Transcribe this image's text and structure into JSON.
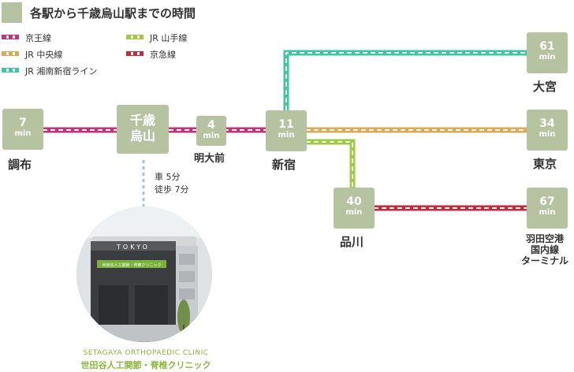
{
  "title": "各駅から千歳烏山駅までの時間",
  "legend": [
    {
      "label": "京王線",
      "color": "#c8307c"
    },
    {
      "label": "JR 中央線",
      "color": "#e0a850"
    },
    {
      "label": "JR 湘南新宿ライン",
      "color": "#3cc8a0"
    },
    {
      "label": "JR 山手線",
      "color": "#9ccc3c"
    },
    {
      "label": "京急線",
      "color": "#c8283c"
    }
  ],
  "stations": {
    "chofu": {
      "name": "調布",
      "minutes": "7",
      "unit": "min"
    },
    "chitose": {
      "name_line1": "千歳",
      "name_line2": "烏山"
    },
    "meidaimae": {
      "name": "明大前",
      "minutes": "4",
      "unit": "min"
    },
    "shinjuku": {
      "name": "新宿",
      "minutes": "11",
      "unit": "min"
    },
    "omiya": {
      "name": "大宮",
      "minutes": "61",
      "unit": "min"
    },
    "tokyo": {
      "name": "東京",
      "minutes": "34",
      "unit": "min"
    },
    "shinagawa": {
      "name": "品川",
      "minutes": "40",
      "unit": "min"
    },
    "haneda": {
      "name_line1": "羽田空港",
      "name_line2": "国内線",
      "name_line3": "ターミナル",
      "minutes": "67",
      "unit": "min"
    }
  },
  "access": {
    "car": "車 5分",
    "walk": "徒歩 7分"
  },
  "clinic": {
    "name_en": "SETAGAYA ORTHOPAEDIC CLINIC",
    "name_jp": "世田谷人工関節・脊椎クリニック",
    "sign_text": "TOKYO",
    "sign_green": "世田谷人工関節・脊椎クリニック"
  }
}
